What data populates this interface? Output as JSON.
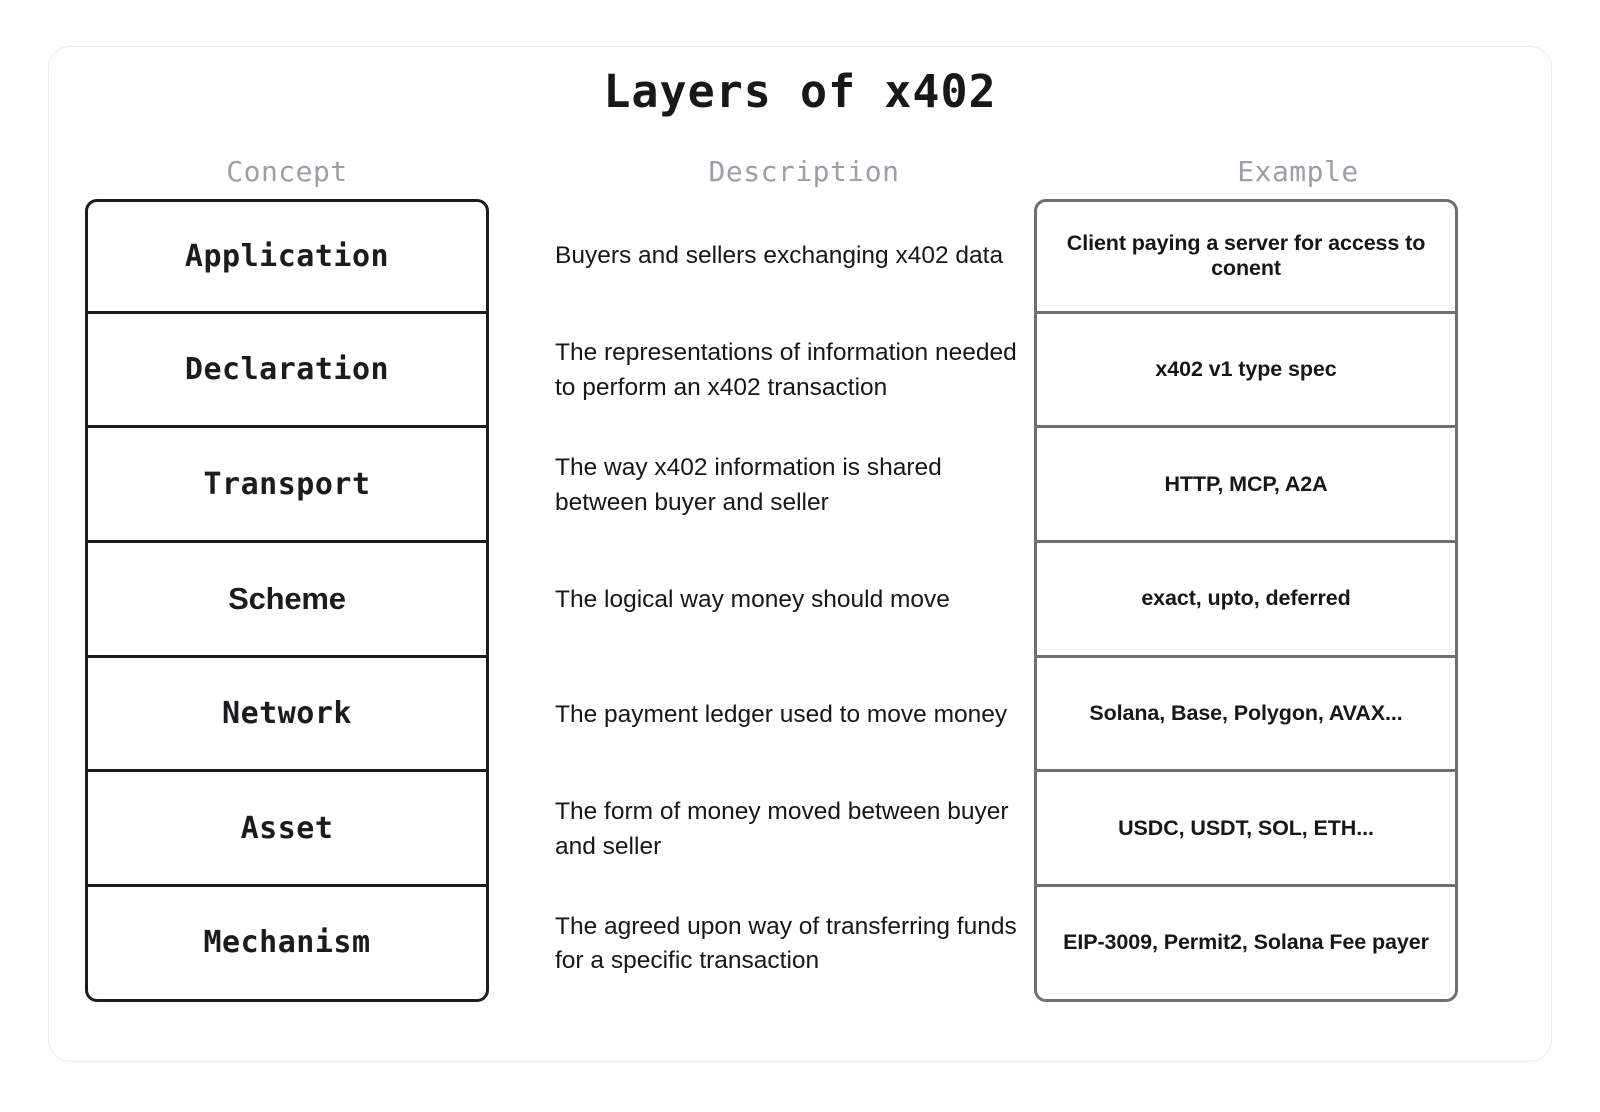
{
  "title": "Layers of x402",
  "columns": {
    "concept": "Concept",
    "description": "Description",
    "example": "Example"
  },
  "colors": {
    "card_border": "#ececee",
    "concept_border": "#1c1c1f",
    "example_border": "#6e6e73",
    "header_text": "#9ca0a6",
    "body_text": "#17171a",
    "background": "#ffffff"
  },
  "rows": [
    {
      "concept": "Application",
      "description": "Buyers and sellers exchanging x402 data",
      "example": "Client paying a server for access to conent"
    },
    {
      "concept": "Declaration",
      "description": "The representations of information needed to perform an x402 transaction",
      "example": "x402 v1 type spec"
    },
    {
      "concept": "Transport",
      "description": "The way x402 information is shared between buyer and seller",
      "example": "HTTP, MCP, A2A"
    },
    {
      "concept": "Scheme",
      "description": "The logical way money should move",
      "example": "exact, upto, deferred"
    },
    {
      "concept": "Network",
      "description": "The payment ledger used to move money",
      "example": "Solana, Base, Polygon, AVAX..."
    },
    {
      "concept": "Asset",
      "description": "The form of money moved between buyer and seller",
      "example": "USDC, USDT, SOL, ETH..."
    },
    {
      "concept": "Mechanism",
      "description": "The agreed upon way of transferring funds for a specific transaction",
      "example": "EIP-3009, Permit2, Solana Fee payer"
    }
  ]
}
